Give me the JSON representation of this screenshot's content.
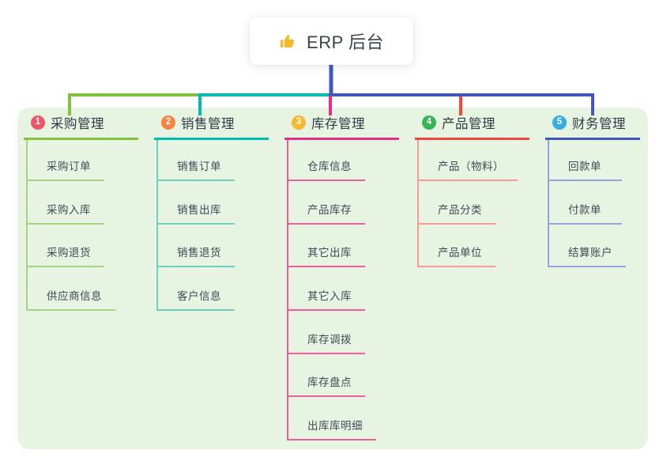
{
  "root": {
    "icon": "thumbs-up-icon",
    "label": "ERP 后台"
  },
  "colors": {
    "canvas_bg": "#ffffff",
    "panel_bg": "#e8f4e2",
    "root_connector": "#4456c3",
    "thumb_fill": "#f2b92d"
  },
  "branches": [
    {
      "num": "1",
      "label": "采购管理",
      "colors": {
        "badge": "#f0566b",
        "line": "#82c33e",
        "child_line": "#a6d383"
      },
      "children": [
        "采购订单",
        "采购入库",
        "采购退货",
        "供应商信息"
      ]
    },
    {
      "num": "2",
      "label": "销售管理",
      "colors": {
        "badge": "#f58540",
        "line": "#00bdb0",
        "child_line": "#6fcfc3"
      },
      "children": [
        "销售订单",
        "销售出库",
        "销售退货",
        "客户信息"
      ]
    },
    {
      "num": "3",
      "label": "库存管理",
      "colors": {
        "badge": "#f8b830",
        "line": "#e62d87",
        "child_line": "#ef5fa0"
      },
      "children": [
        "仓库信息",
        "产品库存",
        "其它出库",
        "其它入库",
        "库存调拨",
        "库存盘点",
        "出库库明细"
      ]
    },
    {
      "num": "4",
      "label": "产品管理",
      "colors": {
        "badge": "#36b457",
        "line": "#f4483f",
        "child_line": "#f59b95"
      },
      "children": [
        "产品（物料）",
        "产品分类",
        "产品单位"
      ]
    },
    {
      "num": "5",
      "label": "财务管理",
      "colors": {
        "badge": "#38ace4",
        "line": "#4356bb",
        "child_line": "#93a4dc"
      },
      "children": [
        "回款单",
        "付款单",
        "结算账户"
      ]
    }
  ]
}
